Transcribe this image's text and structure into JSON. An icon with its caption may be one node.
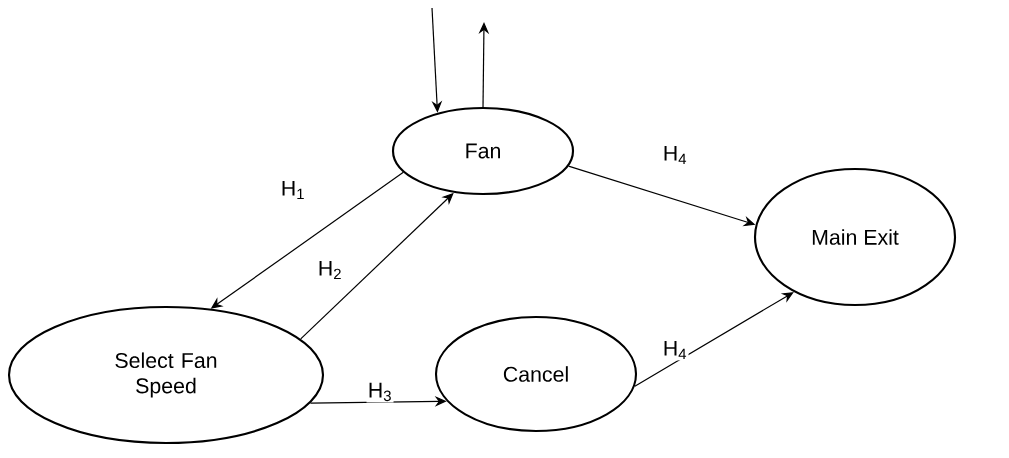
{
  "diagram": {
    "nodes": [
      {
        "text": [
          "Fan"
        ]
      },
      {
        "text": [
          "Main Exit"
        ]
      },
      {
        "text": [
          "Select Fan Speed"
        ]
      },
      {
        "text": [
          "Cancel"
        ]
      }
    ],
    "edges": [
      {
        "from": null,
        "to": 0,
        "arrow": "to"
      },
      {
        "from": 0,
        "to": null,
        "arrow": "to"
      },
      {
        "from": 0,
        "to": 2,
        "arrow": "to",
        "label": "H$_{1}$"
      },
      {
        "from": 2,
        "to": 0,
        "arrow": "to",
        "label": "H$_{2}$"
      },
      {
        "from": 2,
        "to": 3,
        "arrow": "to",
        "label": "H$_{3}$"
      },
      {
        "from": 0,
        "to": 1,
        "arrow": "to",
        "label": "H$_{4}$"
      },
      {
        "from": 3,
        "to": 1,
        "arrow": "to",
        "label": "H$_{4}$"
      }
    ]
  }
}
